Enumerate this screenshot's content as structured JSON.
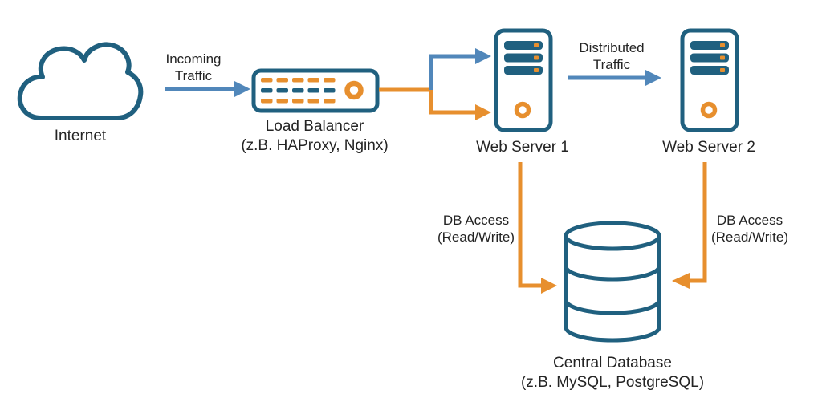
{
  "title": "Load balanced web architecture diagram",
  "colors": {
    "outline": "#20607f",
    "orange": "#e78f2e",
    "blue": "#5187ba",
    "text": "#242424",
    "background": "#ffffff"
  },
  "nodes": {
    "internet": {
      "label": "Internet",
      "icon": "cloud-icon"
    },
    "load_balancer": {
      "label": "Load Balancer",
      "sublabel": "(z.B. HAProxy, Nginx)",
      "icon": "load-balancer-icon"
    },
    "web_server_1": {
      "label": "Web Server 1",
      "icon": "server-tower-icon"
    },
    "web_server_2": {
      "label": "Web Server 2",
      "icon": "server-tower-icon"
    },
    "central_database": {
      "label": "Central Database",
      "sublabel": "(z.B. MySQL, PostgreSQL)",
      "icon": "database-cylinder-icon"
    }
  },
  "edges": {
    "incoming_traffic": {
      "label_line1": "Incoming",
      "label_line2": "Traffic",
      "color": "#5187ba",
      "from": "internet",
      "to": "load_balancer"
    },
    "lb_to_ws1_blue": {
      "color": "#5187ba",
      "from": "load_balancer",
      "to": "web_server_1"
    },
    "lb_to_ws1_orange": {
      "color": "#e78f2e",
      "from": "load_balancer",
      "to": "web_server_1"
    },
    "distributed_traffic": {
      "label_line1": "Distributed",
      "label_line2": "Traffic",
      "color": "#5187ba",
      "from": "web_server_1",
      "to": "web_server_2"
    },
    "db_access_left": {
      "label_line1": "DB Access",
      "label_line2": "(Read/Write)",
      "color": "#e78f2e",
      "from": "web_server_1",
      "to": "central_database"
    },
    "db_access_right": {
      "label_line1": "DB Access",
      "label_line2": "(Read/Write)",
      "color": "#e78f2e",
      "from": "web_server_2",
      "to": "central_database"
    }
  }
}
